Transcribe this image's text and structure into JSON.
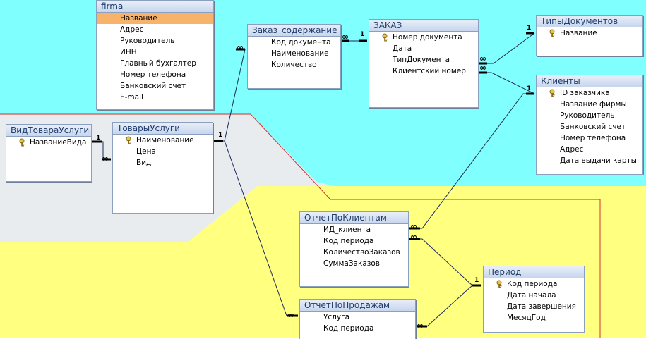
{
  "colors": {
    "zone_top": "#80ffff",
    "zone_middle": "#e9ecef",
    "zone_bottom": "#ffff80",
    "zone_outline": "#cc3333",
    "relation_line": "#1c2a5a"
  },
  "tables": {
    "firma": {
      "title": "firma",
      "fields": [
        "Название",
        "Адрес",
        "Руководитель",
        "ИНН",
        "Главный бухгалтер",
        "Номер телефона",
        "Банковский счет",
        "E-mail"
      ]
    },
    "zakaz_soderzhanie": {
      "title": "Заказ_содержание",
      "fields": [
        "Код документа",
        "Наименование",
        "Количество"
      ]
    },
    "zakaz": {
      "title": "ЗАКАЗ",
      "fields": [
        "Номер документа",
        "Дата",
        "ТипДокумента",
        "Клиентский номер"
      ]
    },
    "tipy_dokumentov": {
      "title": "ТипыДокументов",
      "fields": [
        "Название"
      ]
    },
    "klienty": {
      "title": "Клиенты",
      "fields": [
        "ID заказчика",
        "Название фирмы",
        "Руководитель",
        "Банковский счет",
        "Номер телефона",
        "Адрес",
        "Дата выдачи карты"
      ]
    },
    "vid_tovara": {
      "title": "ВидТовараУслуги",
      "fields": [
        "НазваниеВида"
      ]
    },
    "tovary": {
      "title": "ТоварыУслуги",
      "fields": [
        "Наименование",
        "Цена",
        "Вид"
      ]
    },
    "otchet_klienty": {
      "title": "ОтчетПоКлиентам",
      "fields": [
        "ИД_клиента",
        "Код периода",
        "КоличествоЗаказов",
        "СуммаЗаказов"
      ]
    },
    "period": {
      "title": "Период",
      "fields": [
        "Код периода",
        "Дата начала",
        "Дата завершения",
        "МесяцГод"
      ]
    },
    "otchet_prodazhi": {
      "title": "ОтчетПоПродажам",
      "fields": [
        "Услуга",
        "Код периода"
      ]
    }
  },
  "relationship_labels": {
    "one": "1",
    "many": "∞"
  }
}
